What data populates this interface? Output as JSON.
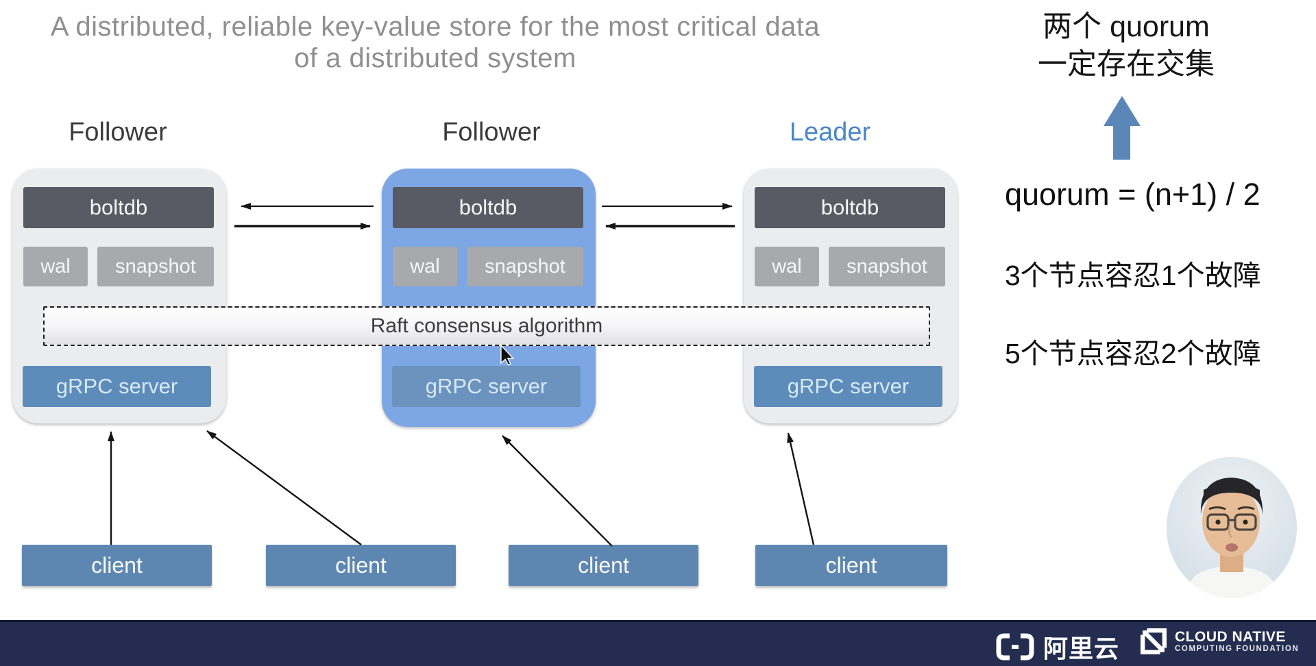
{
  "title": {
    "line1": "A distributed, reliable key-value store for the most critical data",
    "line2": "of a distributed system"
  },
  "cluster": {
    "node_labels": [
      "Follower",
      "Follower",
      "Leader"
    ],
    "components": {
      "boltdb": "boltdb",
      "wal": "wal",
      "snapshot": "snapshot",
      "grpc": "gRPC server"
    },
    "raft_band": "Raft consensus algorithm",
    "client": "client"
  },
  "notes": {
    "quorum_intersect_line1": "两个 quorum",
    "quorum_intersect_line2": "一定存在交集",
    "quorum_formula": "quorum = (n+1) / 2",
    "fault_tolerance_3": "3个节点容忍1个故障",
    "fault_tolerance_5": "5个节点容忍2个故障"
  },
  "footer": {
    "alibaba_cloud": "阿里云",
    "cncf_line1": "CLOUD NATIVE",
    "cncf_line2": "COMPUTING FOUNDATION"
  },
  "colors": {
    "leader_label": "#4a86c8",
    "follower_node": "#ebecee",
    "highlight_node": "#7da6e4",
    "boltdb_box": "#585b64",
    "wal_snapshot_box": "#a7a9ac",
    "grpc_box": "#5e8cba",
    "client_box": "#5d87b0",
    "quorum_arrow": "#5b87b8",
    "footer_bar": "#242d4f"
  }
}
